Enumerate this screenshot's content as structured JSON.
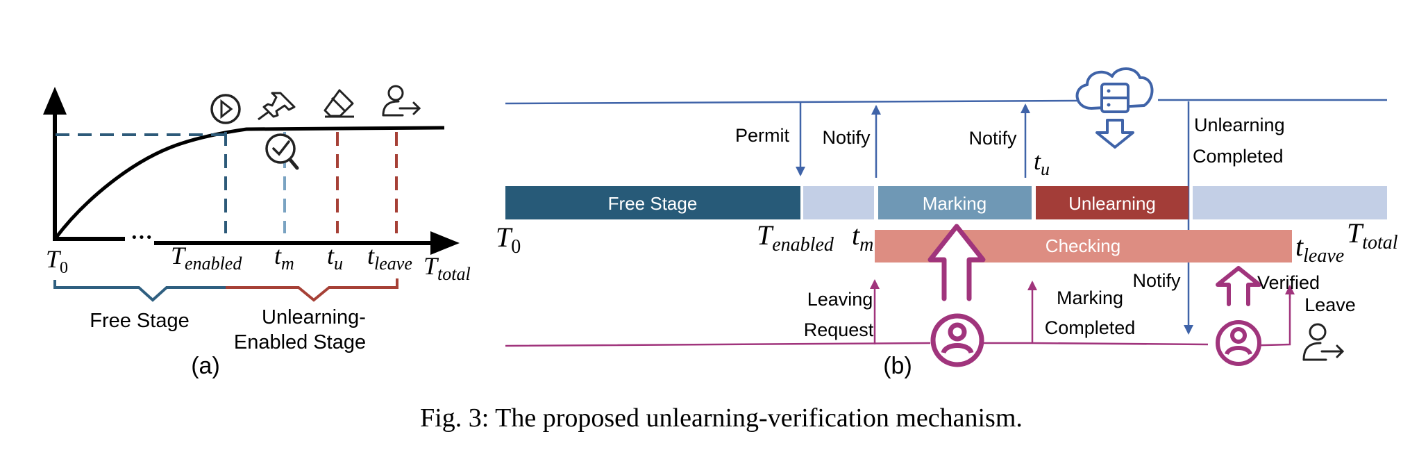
{
  "colors": {
    "free_stage": "#275a78",
    "marking": "#6f98b5",
    "unlearning": "#a33d38",
    "idle": "#c3cfe6",
    "checking": "#dd8d82",
    "server_line": "#3f63a8",
    "user_line": "#a0347c",
    "brace_blue": "#2f5f80",
    "brace_red": "#a64036"
  },
  "icons": {
    "start": "play-circle-icon",
    "mark": "push-pin-icon",
    "verify": "magnifier-check-icon",
    "erase": "eraser-icon",
    "leave": "user-exit-icon",
    "server": "cloud-server-icon",
    "user": "user-circle-icon",
    "upload": "upload-arrow-icon",
    "download": "download-arrow-icon"
  },
  "panel_a": {
    "t0": "T",
    "t0_sub": "0",
    "ellipsis": "···",
    "t_enabled": "T",
    "t_enabled_sub": "enabled",
    "t_m": "t",
    "t_m_sub": "m",
    "t_u": "t",
    "t_u_sub": "u",
    "t_leave": "t",
    "t_leave_sub": "leave",
    "t_total": "T",
    "t_total_sub": "total",
    "free_stage": "Free Stage",
    "unlearning_enabled_1": "Unlearning-",
    "unlearning_enabled_2": "Enabled Stage",
    "caption": "(a)"
  },
  "panel_b": {
    "permit": "Permit",
    "notify_1": "Notify",
    "notify_2": "Notify",
    "t_u": "t",
    "t_u_sub": "u",
    "unlearning_completed_1": "Unlearning",
    "unlearning_completed_2": "Completed",
    "bar_free_stage": "Free Stage",
    "bar_marking": "Marking",
    "bar_unlearning": "Unlearning",
    "bar_checking": "Checking",
    "t0": "T",
    "t0_sub": "0",
    "t_enabled": "T",
    "t_enabled_sub": "enabled",
    "t_m": "t",
    "t_m_sub": "m",
    "t_leave": "t",
    "t_leave_sub": "leave",
    "t_total": "T",
    "t_total_sub": "total",
    "leaving_1": "Leaving",
    "leaving_2": "Request",
    "marking_completed_1": "Marking",
    "marking_completed_2": "Completed",
    "notify_3": "Notify",
    "verified": "Verified",
    "leave": "Leave",
    "caption": "(b)"
  },
  "figure_caption": "Fig. 3: The proposed unlearning-verification mechanism."
}
